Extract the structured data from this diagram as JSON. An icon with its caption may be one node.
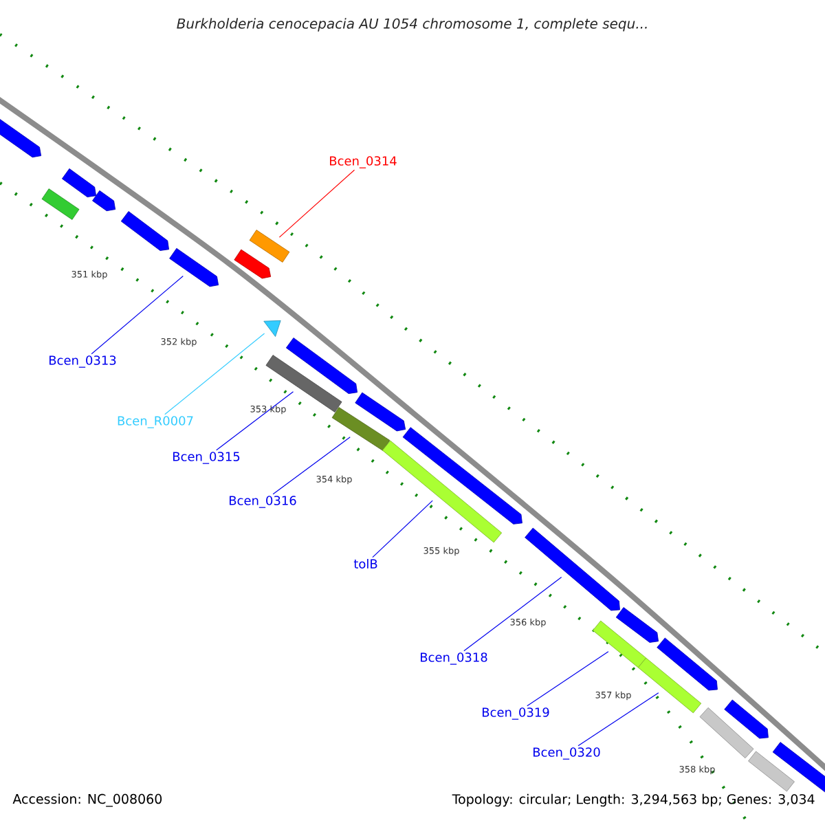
{
  "diagram": {
    "title": "Burkholderia cenocepacia AU 1054 chromosome 1, complete sequ...",
    "nodes": [
      {
        "text": [
          "Bcen_0314"
        ]
      },
      {
        "text": [],
        "shape": "bar"
      },
      {
        "text": [
          "Bcen_0313"
        ]
      },
      {
        "text": [],
        "shape": "arrow"
      },
      {
        "text": [
          "Bcen_R0007"
        ]
      },
      {
        "text": [],
        "shape": "triangle"
      },
      {
        "text": [
          "Bcen_0315"
        ]
      },
      {
        "text": [],
        "shape": "bar"
      },
      {
        "text": [
          "Bcen_0316"
        ]
      },
      {
        "text": [],
        "shape": "bar"
      },
      {
        "text": [
          "tolB"
        ]
      },
      {
        "text": [],
        "shape": "bar"
      },
      {
        "text": [
          "Bcen_0318"
        ]
      },
      {
        "text": [],
        "shape": "arrow"
      },
      {
        "text": [
          "Bcen_0319"
        ]
      },
      {
        "text": [],
        "shape": "bar"
      },
      {
        "text": [
          "Bcen_0320"
        ]
      },
      {
        "text": [],
        "shape": "bar"
      },
      {
        "text": [],
        "shape": "arrow"
      },
      {
        "text": [],
        "shape": "bar"
      },
      {
        "text": [],
        "shape": "arrow"
      },
      {
        "text": [],
        "shape": "arrow"
      },
      {
        "text": [],
        "shape": "arrow"
      },
      {
        "text": [],
        "shape": "arrow"
      },
      {
        "text": [],
        "shape": "arrow"
      },
      {
        "text": [],
        "shape": "arrow"
      },
      {
        "text": [],
        "shape": "arrow"
      },
      {
        "text": [],
        "shape": "arrow"
      },
      {
        "text": [],
        "shape": "arrow"
      },
      {
        "text": [],
        "shape": "bar"
      },
      {
        "text": [],
        "shape": "arrow"
      },
      {
        "text": [],
        "shape": "bar"
      },
      {
        "text": [],
        "shape": "arrow"
      }
    ],
    "edges": [
      {
        "from": 0,
        "to": 1,
        "arrow": "none",
        "color": "#ff0000"
      },
      {
        "from": 2,
        "to": 3,
        "arrow": "none"
      },
      {
        "from": 4,
        "to": 5,
        "arrow": "none",
        "color": "#33ccff"
      },
      {
        "from": 6,
        "to": 7,
        "arrow": "none"
      },
      {
        "from": 8,
        "to": 9,
        "arrow": "none"
      },
      {
        "from": 10,
        "to": 11,
        "arrow": "none"
      },
      {
        "from": 12,
        "to": 13,
        "arrow": "none"
      },
      {
        "from": 14,
        "to": 15,
        "arrow": "none"
      },
      {
        "from": 16,
        "to": 17,
        "arrow": "none"
      }
    ],
    "labels": [
      "351 kbp",
      "352 kbp",
      "353 kbp",
      "354 kbp",
      "355 kbp",
      "356 kbp",
      "357 kbp",
      "358 kbp",
      "Accession: NC_008060",
      "Topology: circular; Length: 3,294,563 bp; Genes: 3,034"
    ]
  }
}
